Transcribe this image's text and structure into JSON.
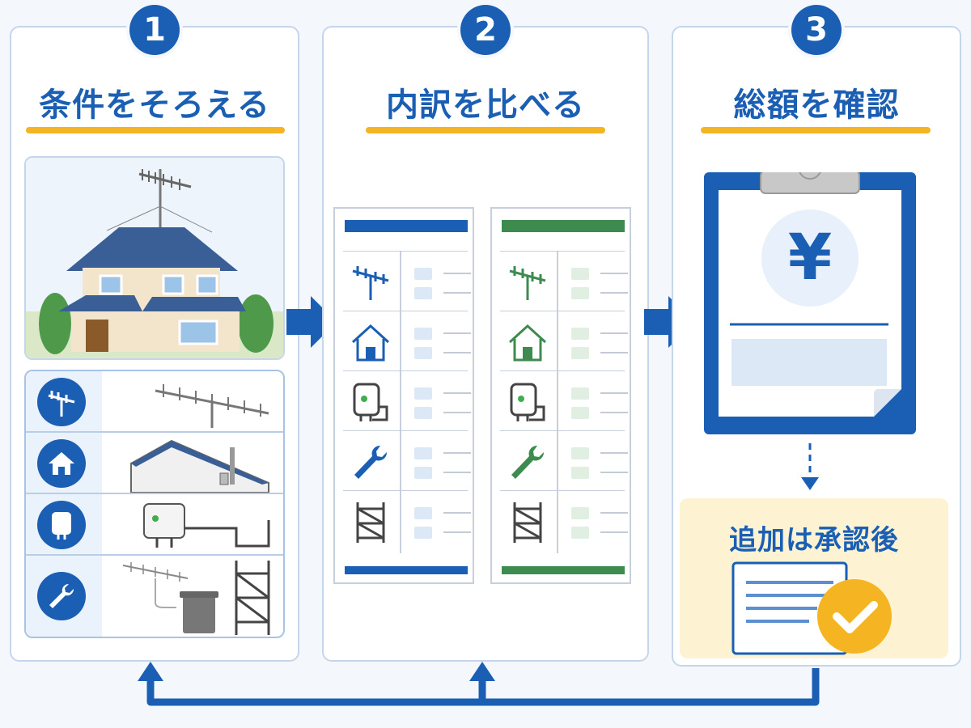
{
  "steps": [
    {
      "number": "1",
      "title": "条件をそろえる"
    },
    {
      "number": "2",
      "title": "内訳を比べる"
    },
    {
      "number": "3",
      "title": "総額を確認"
    }
  ],
  "step1": {
    "house_icon": "house-with-antenna",
    "conditions": [
      {
        "icon": "antenna-icon",
        "illustration": "antenna"
      },
      {
        "icon": "home-icon",
        "illustration": "roof-mount"
      },
      {
        "icon": "booster-icon",
        "illustration": "booster-cable"
      },
      {
        "icon": "wrench-icon",
        "illustration": "removal-disposal-scaffold"
      }
    ]
  },
  "step2": {
    "quotes": [
      {
        "name": "quote-a",
        "color": "#1a5fb4",
        "light": "#dde8f6"
      },
      {
        "name": "quote-b",
        "color": "#3d8b4f",
        "light": "#e0efe2"
      }
    ],
    "item_icons": [
      "antenna-icon",
      "home-icon",
      "booster-icon",
      "wrench-icon",
      "scaffold-icon"
    ]
  },
  "step3": {
    "currency_symbol": "¥",
    "note": "追加は承認後",
    "check_icon": "check-icon"
  },
  "colors": {
    "primary": "#1a5fb4",
    "accent": "#f5b522",
    "green": "#3d8b4f",
    "note_bg": "#fdf3d3"
  }
}
